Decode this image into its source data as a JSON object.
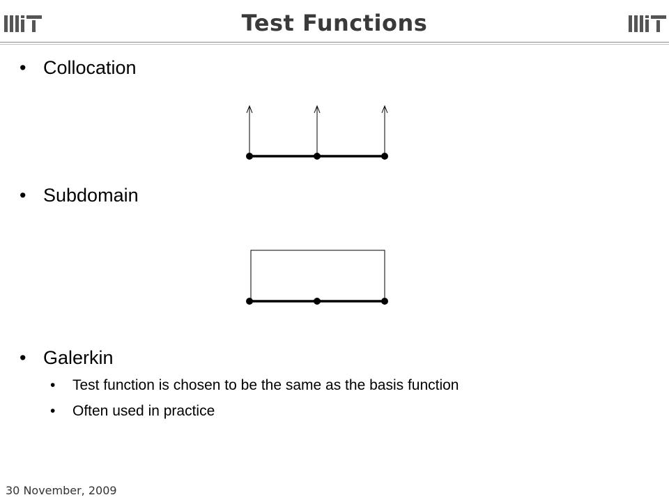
{
  "slide": {
    "title": "Test Functions",
    "bullet_glyph": "•",
    "bullets": [
      {
        "label": "Collocation"
      },
      {
        "label": "Subdomain"
      },
      {
        "label": "Galerkin",
        "subbullets": [
          "Test function is chosen to be the same as the basis function",
          "Often used in practice"
        ]
      }
    ],
    "footer": "30 November, 2009"
  },
  "logo": {
    "name": "mit-logo",
    "color": "#555555"
  },
  "colors": {
    "text": "#000000",
    "title": "#3a3a3a",
    "rule": "#8a8a8a"
  }
}
